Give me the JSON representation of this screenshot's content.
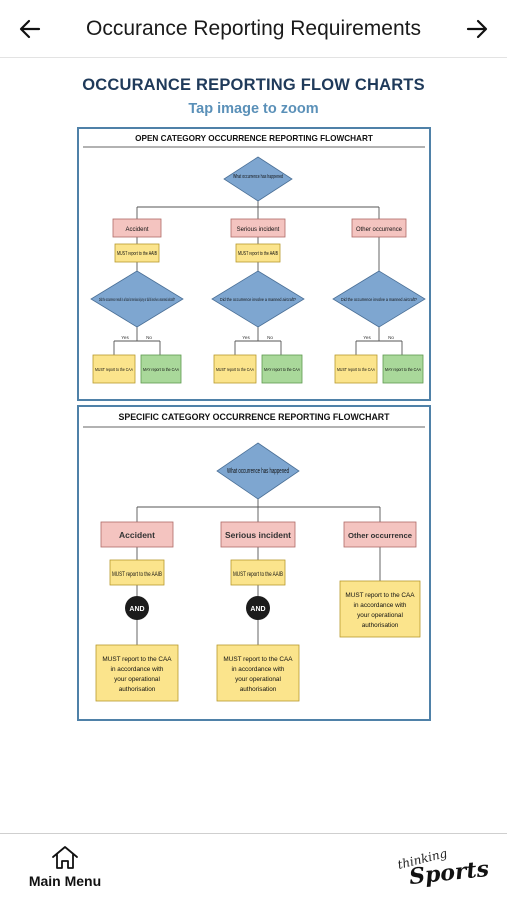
{
  "header": {
    "title": "Occurance Reporting Requirements",
    "back_icon": "arrow-left-icon",
    "forward_icon": "arrow-right-icon"
  },
  "page": {
    "heading": "OCCURANCE REPORTING FLOW CHARTS",
    "zoom_hint": "Tap image to zoom"
  },
  "colors": {
    "panel_border": "#4f81a8",
    "diamond": "#7ea6d0",
    "pink_box": "#f4c4c0",
    "yellow_box": "#fbe48c",
    "green_box": "#a9d89a",
    "and_node": "#1c1c1c",
    "heading": "#1f3a5a",
    "hint": "#5a90b8"
  },
  "open_chart": {
    "title": "OPEN CATEGORY OCCURRENCE REPORTING FLOWCHART",
    "root": "What occurrence has happened",
    "categories": [
      "Accident",
      "Serious incident",
      "Other occurrence"
    ],
    "aaib": [
      "MUST report to the AAIB",
      "MUST report to the AAIB"
    ],
    "questions": [
      "Did the occurrence result in a fatal or serious injury or did it involve a manned aircraft?",
      "Did the occurrence involve a manned aircraft?",
      "Did the occurrence involve a manned aircraft?"
    ],
    "yes": "Yes",
    "no": "No",
    "must_caa": "MUST report to the CAA",
    "may_caa": "MAY report to the CAA"
  },
  "specific_chart": {
    "title": "SPECIFIC CATEGORY OCCURRENCE REPORTING FLOWCHART",
    "root": "What occurrence has happened",
    "categories": [
      "Accident",
      "Serious incident",
      "Other occurrence"
    ],
    "aaib": [
      "MUST report to the AAIB",
      "MUST report to the AAIB"
    ],
    "and": "AND",
    "caa_lines": [
      "MUST report to the CAA",
      "in accordance with",
      "your operational",
      "authorisation"
    ]
  },
  "footer": {
    "main_menu_label": "Main Menu",
    "home_icon": "home-icon",
    "brand_line1": "thinking",
    "brand_line2": "Sports"
  }
}
